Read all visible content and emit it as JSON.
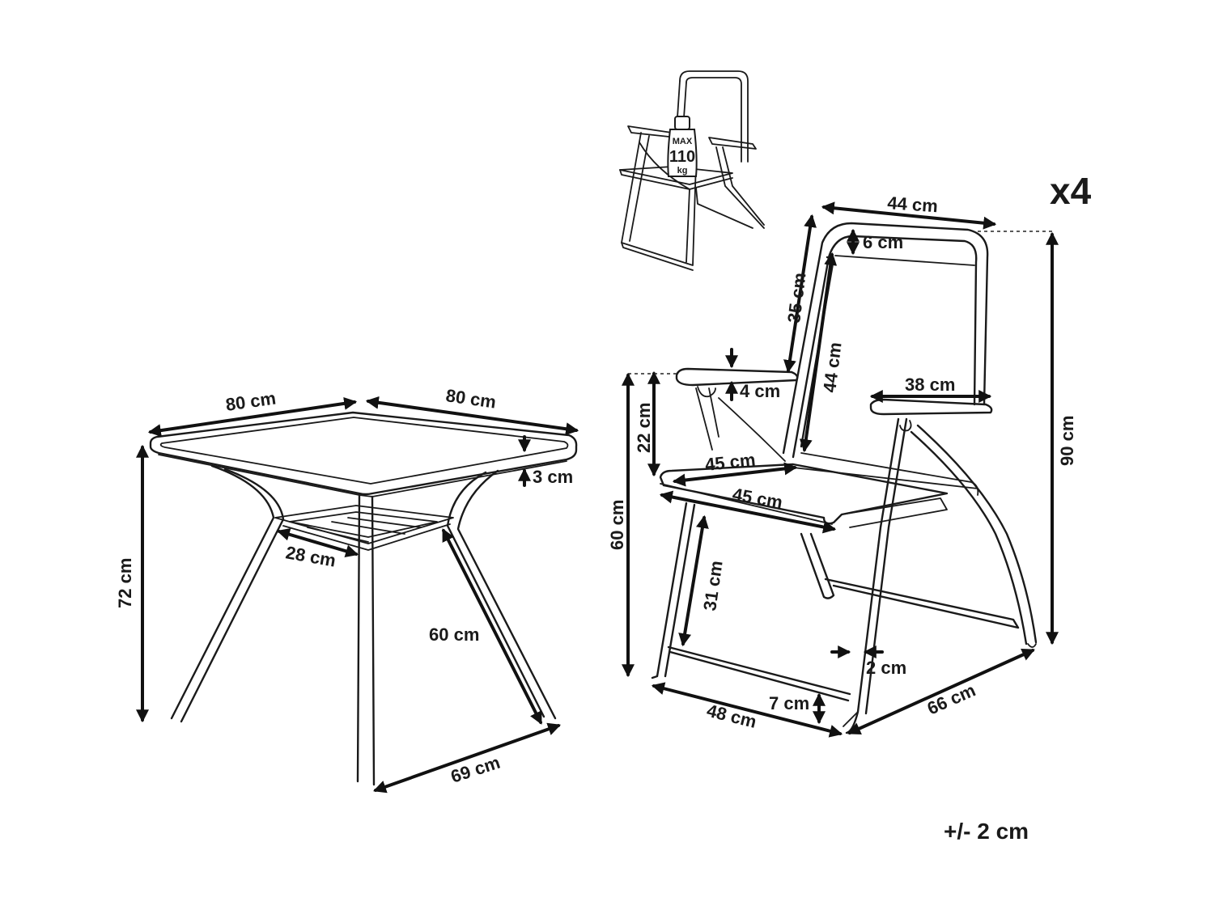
{
  "table": {
    "dims": {
      "top_left_width": "80 cm",
      "top_right_width": "80 cm",
      "top_thickness": "3 cm",
      "height": "72 cm",
      "shelf_width": "28 cm",
      "leg_length": "60 cm",
      "leg_spread": "69 cm"
    }
  },
  "chair": {
    "quantity": "x4",
    "dims": {
      "back_width": "44 cm",
      "top_rail": "6 cm",
      "back_upper": "35 cm",
      "back_height": "44 cm",
      "armrest_width": "38 cm",
      "armrest_thickness": "4 cm",
      "arm_height": "22 cm",
      "seat_depth": "45 cm",
      "seat_width": "45 cm",
      "total_height": "90 cm",
      "seat_height": "60 cm",
      "leg_height": "31 cm",
      "tube_diameter": "2 cm",
      "foot_height": "7 cm",
      "base_width": "48 cm",
      "base_depth": "66 cm"
    }
  },
  "max_load": {
    "label": "MAX",
    "value": "110",
    "unit": "kg"
  },
  "tolerance": "+/- 2 cm"
}
